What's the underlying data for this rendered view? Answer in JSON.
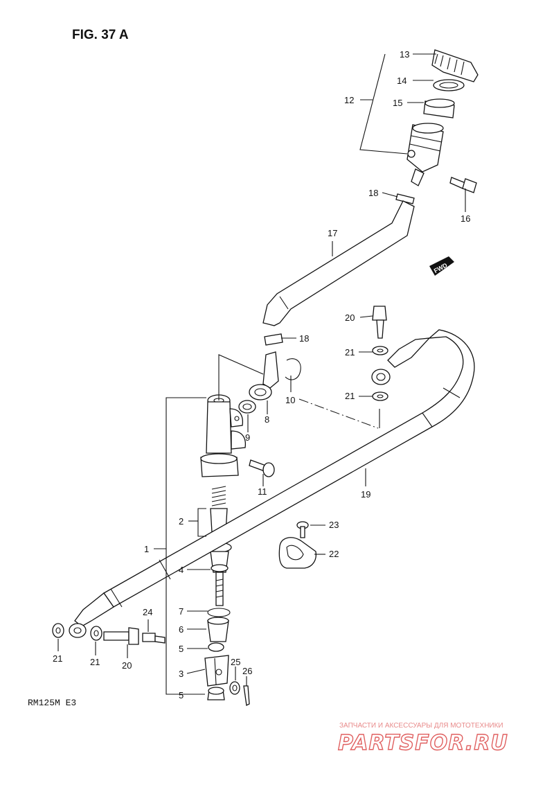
{
  "figure": {
    "title": "FIG. 37 A",
    "model": "RM125M E3",
    "fwd_mark": "FWD"
  },
  "callouts": {
    "c13": "13",
    "c14": "14",
    "c12": "12",
    "c15": "15",
    "c18a": "18",
    "c16": "16",
    "c17": "17",
    "c20a": "20",
    "c18b": "18",
    "c21a": "21",
    "c10": "10",
    "c8": "8",
    "c21b": "21",
    "c9": "9",
    "c19": "19",
    "c11": "11",
    "c2": "2",
    "c23": "23",
    "c1": "1",
    "c22": "22",
    "c4": "4",
    "c7": "7",
    "c24": "24",
    "c6": "6",
    "c5a": "5",
    "c21c": "21",
    "c21d": "21",
    "c20b": "20",
    "c25": "25",
    "c3": "3",
    "c26": "26",
    "c5b": "5"
  },
  "watermark": {
    "tagline": "ЗАПЧАСТИ И АКСЕССУАРЫ ДЛЯ МОТОТЕХНИКИ",
    "brand": "PARTSFOR.RU"
  }
}
